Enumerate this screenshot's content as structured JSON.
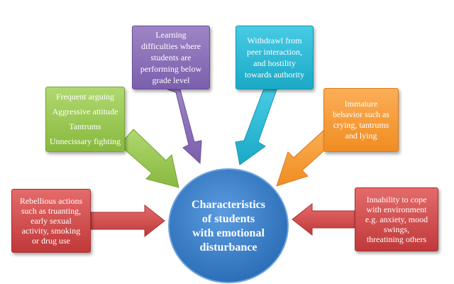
{
  "center": {
    "lines": [
      "Characteristics",
      "of students",
      "with emotional",
      "disturbance"
    ]
  },
  "boxes": {
    "red_left": [
      "Rebellious actions",
      "such as truanting,",
      "early sexual",
      "activity, smoking",
      "or drug use"
    ],
    "green": [
      "Frequent arguing",
      "Aggressive attitude",
      "Tantrums",
      "Unnecissary fighting"
    ],
    "purple": [
      "Learning",
      "difficulties where",
      "students are",
      "performing below",
      "grade level"
    ],
    "teal": [
      "Withdrawl from",
      "peer interaction,",
      "and hostility",
      "towards authority"
    ],
    "orange": [
      "Immature",
      "behavior such as",
      "crying, tantrums",
      "and lying"
    ],
    "red_right": [
      "Innability to cope",
      "with environment",
      "e.g. anxiety, mood",
      "swings,",
      "threatining others"
    ]
  },
  "colors": {
    "red": "#c0393a",
    "green": "#88b93e",
    "purple": "#7b5fad",
    "teal": "#1aa9c6",
    "orange": "#f08d22",
    "center_blue": "#2c6fb8"
  }
}
